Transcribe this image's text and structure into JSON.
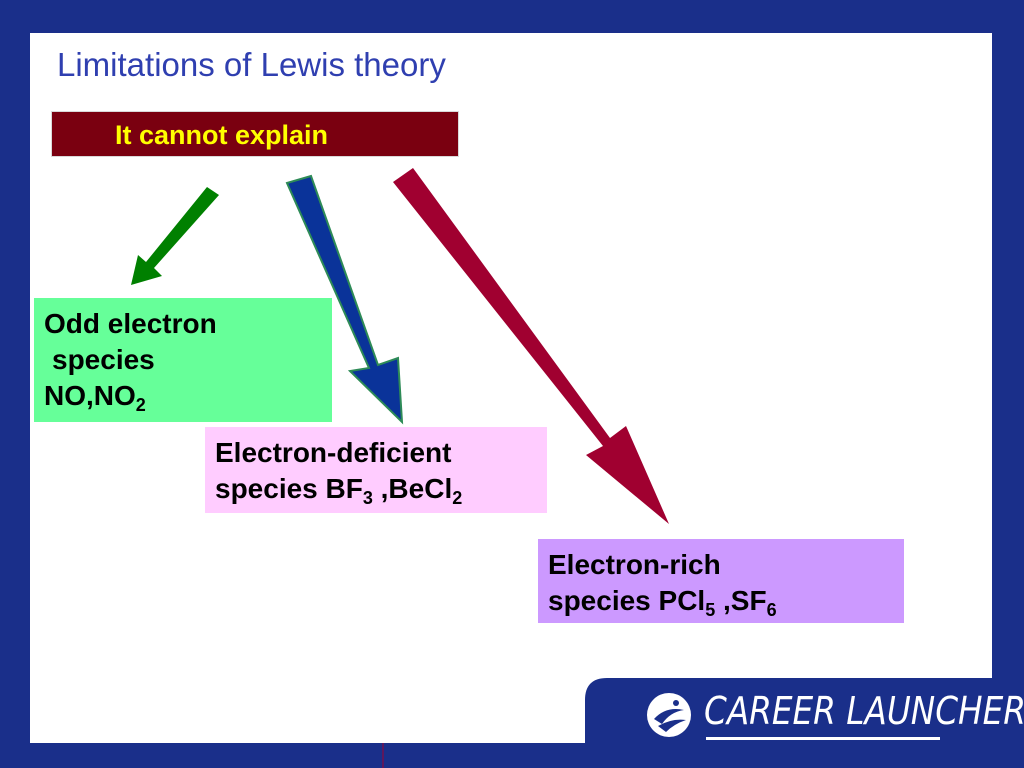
{
  "slide": {
    "title": "Limitations of Lewis theory",
    "header": "It cannot explain"
  },
  "boxes": {
    "odd": {
      "line1": "Odd electron",
      "line2": "species",
      "line3_prefix": "NO,NO",
      "line3_sub": "2"
    },
    "deficient": {
      "line1": "Electron-deficient",
      "line2_prefix": "species BF",
      "line2_sub1": "3",
      "line2_mid": " ,BeCl",
      "line2_sub2": "2"
    },
    "rich": {
      "line1": "Electron-rich",
      "line2_prefix": "species PCl",
      "line2_sub1": "5",
      "line2_mid": " ,SF",
      "line2_sub2": "6"
    }
  },
  "branding": {
    "logo_text": "CAREER LAUNCHER"
  },
  "colors": {
    "background": "#1a2f8a",
    "header_fill": "#7a0010",
    "header_text": "#ffff00",
    "arrow_green": "#008000",
    "arrow_blue": "#0a3399",
    "arrow_red": "#a00030",
    "box_odd": "#66ff99",
    "box_deficient": "#ffccff",
    "box_rich": "#cc99ff"
  },
  "icons": {
    "logo": "career-launcher-swirl-icon"
  }
}
